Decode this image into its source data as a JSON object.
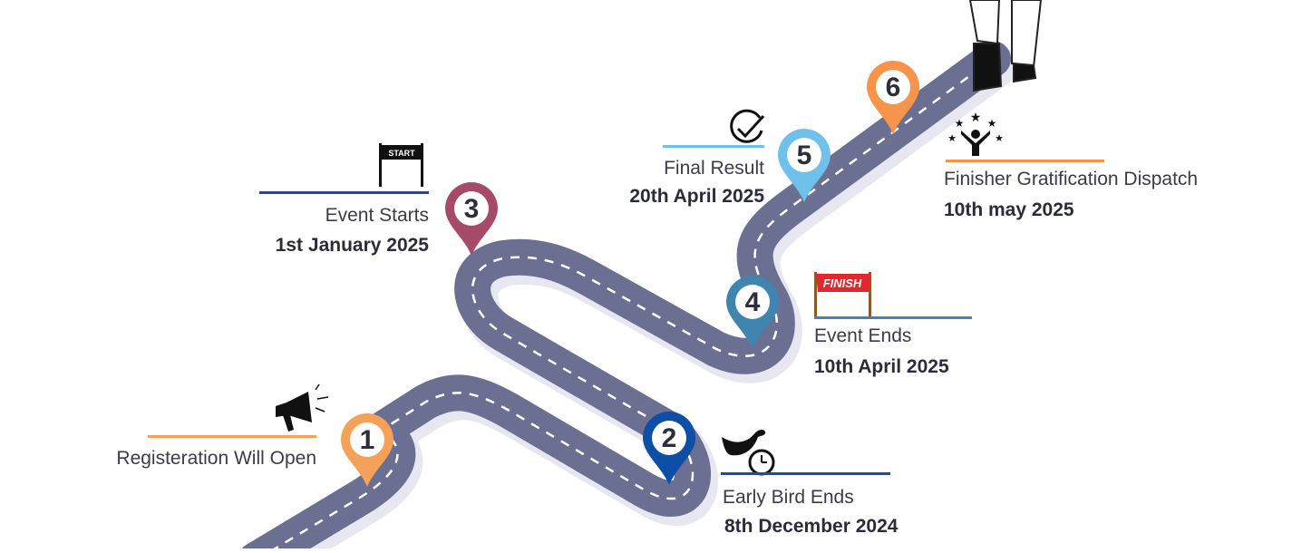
{
  "milestones": [
    {
      "number": "1",
      "title": "Registeration Will Open",
      "date": "",
      "color": "#f5a15a",
      "line_color": "#f5a15a"
    },
    {
      "number": "2",
      "title": "Early Bird Ends",
      "date": "8th December 2024",
      "color": "#0d4ea6",
      "line_color": "#1f4aa0"
    },
    {
      "number": "3",
      "title": "Event Starts",
      "date": "1st January 2025",
      "color": "#a64a6a",
      "line_color": "#1f4aa0"
    },
    {
      "number": "4",
      "title": "Event Ends",
      "date": "10th April 2025",
      "color": "#3f85b0",
      "line_color": "#3f85b0"
    },
    {
      "number": "5",
      "title": "Final Result",
      "date": "20th April 2025",
      "color": "#6fc0ea",
      "line_color": "#6fc0ea"
    },
    {
      "number": "6",
      "title": "Finisher Gratification Dispatch",
      "date": "10th may 2025",
      "color": "#f5944a",
      "line_color": "#f5944a"
    }
  ],
  "icons": {
    "start_flag_text": "START",
    "finish_banner_text": "FINISH"
  },
  "colors": {
    "road": "#6b6f92",
    "road_shadow": "#e6e7f0",
    "dash": "#ffffff"
  }
}
